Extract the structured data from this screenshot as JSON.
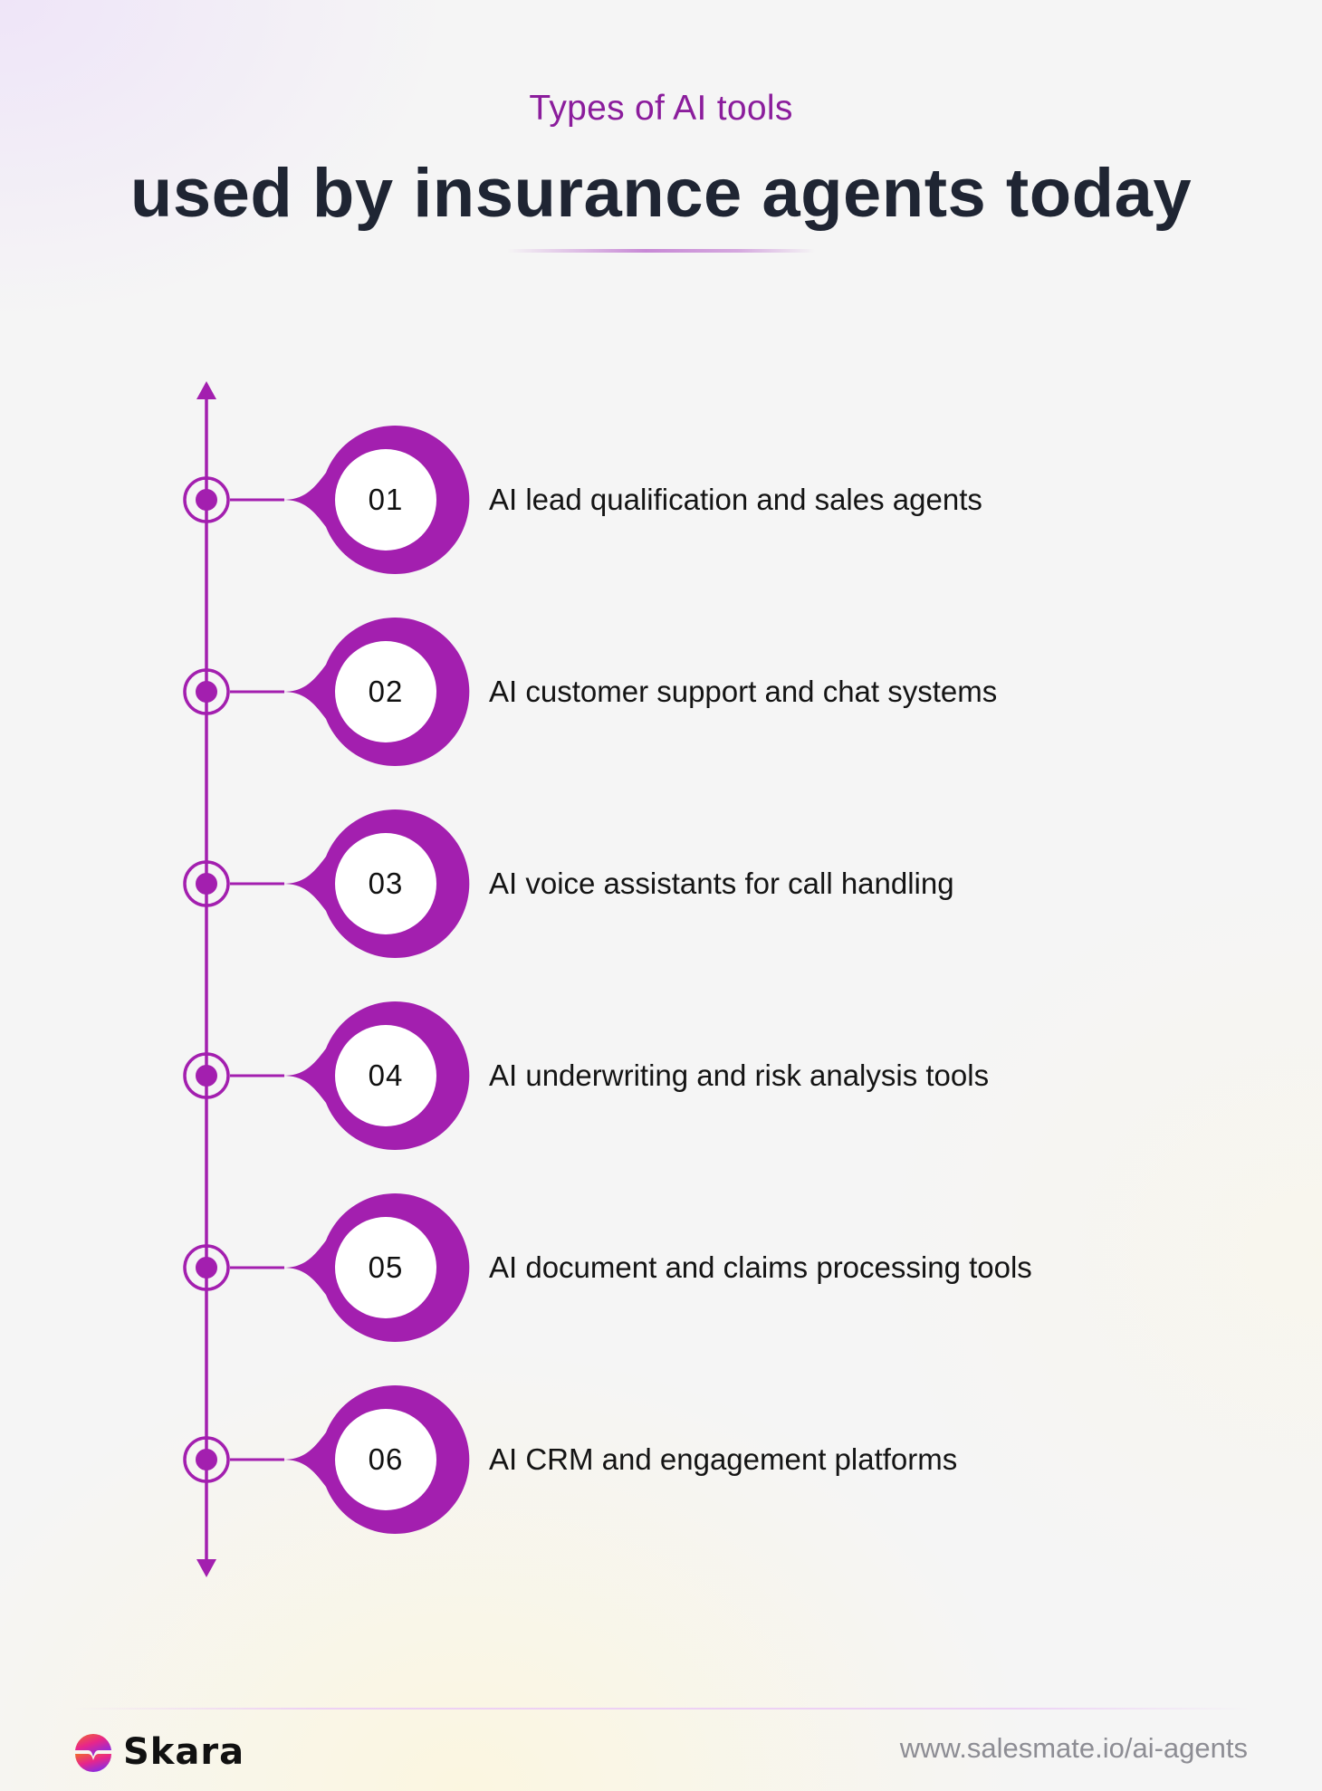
{
  "header": {
    "subtitle": "Types of AI tools",
    "title": "used by insurance agents today"
  },
  "colors": {
    "accent": "#a31faf",
    "subtitle": "#8b1d9c",
    "title": "#1f2533",
    "text": "#141414",
    "footer_url": "#8d8d94"
  },
  "timeline": {
    "direction": "vertical, arrows at both ends",
    "steps": [
      {
        "number": "01",
        "label": "AI lead qualification and sales agents"
      },
      {
        "number": "02",
        "label": "AI customer support and chat systems"
      },
      {
        "number": "03",
        "label": "AI voice assistants for call handling"
      },
      {
        "number": "04",
        "label": "AI underwriting and risk analysis tools"
      },
      {
        "number": "05",
        "label": "AI document and claims processing tools"
      },
      {
        "number": "06",
        "label": "AI CRM and engagement platforms"
      }
    ]
  },
  "footer": {
    "brand": "Skara",
    "brand_icon": "skara-logo-icon",
    "url": "www.salesmate.io/ai-agents"
  }
}
